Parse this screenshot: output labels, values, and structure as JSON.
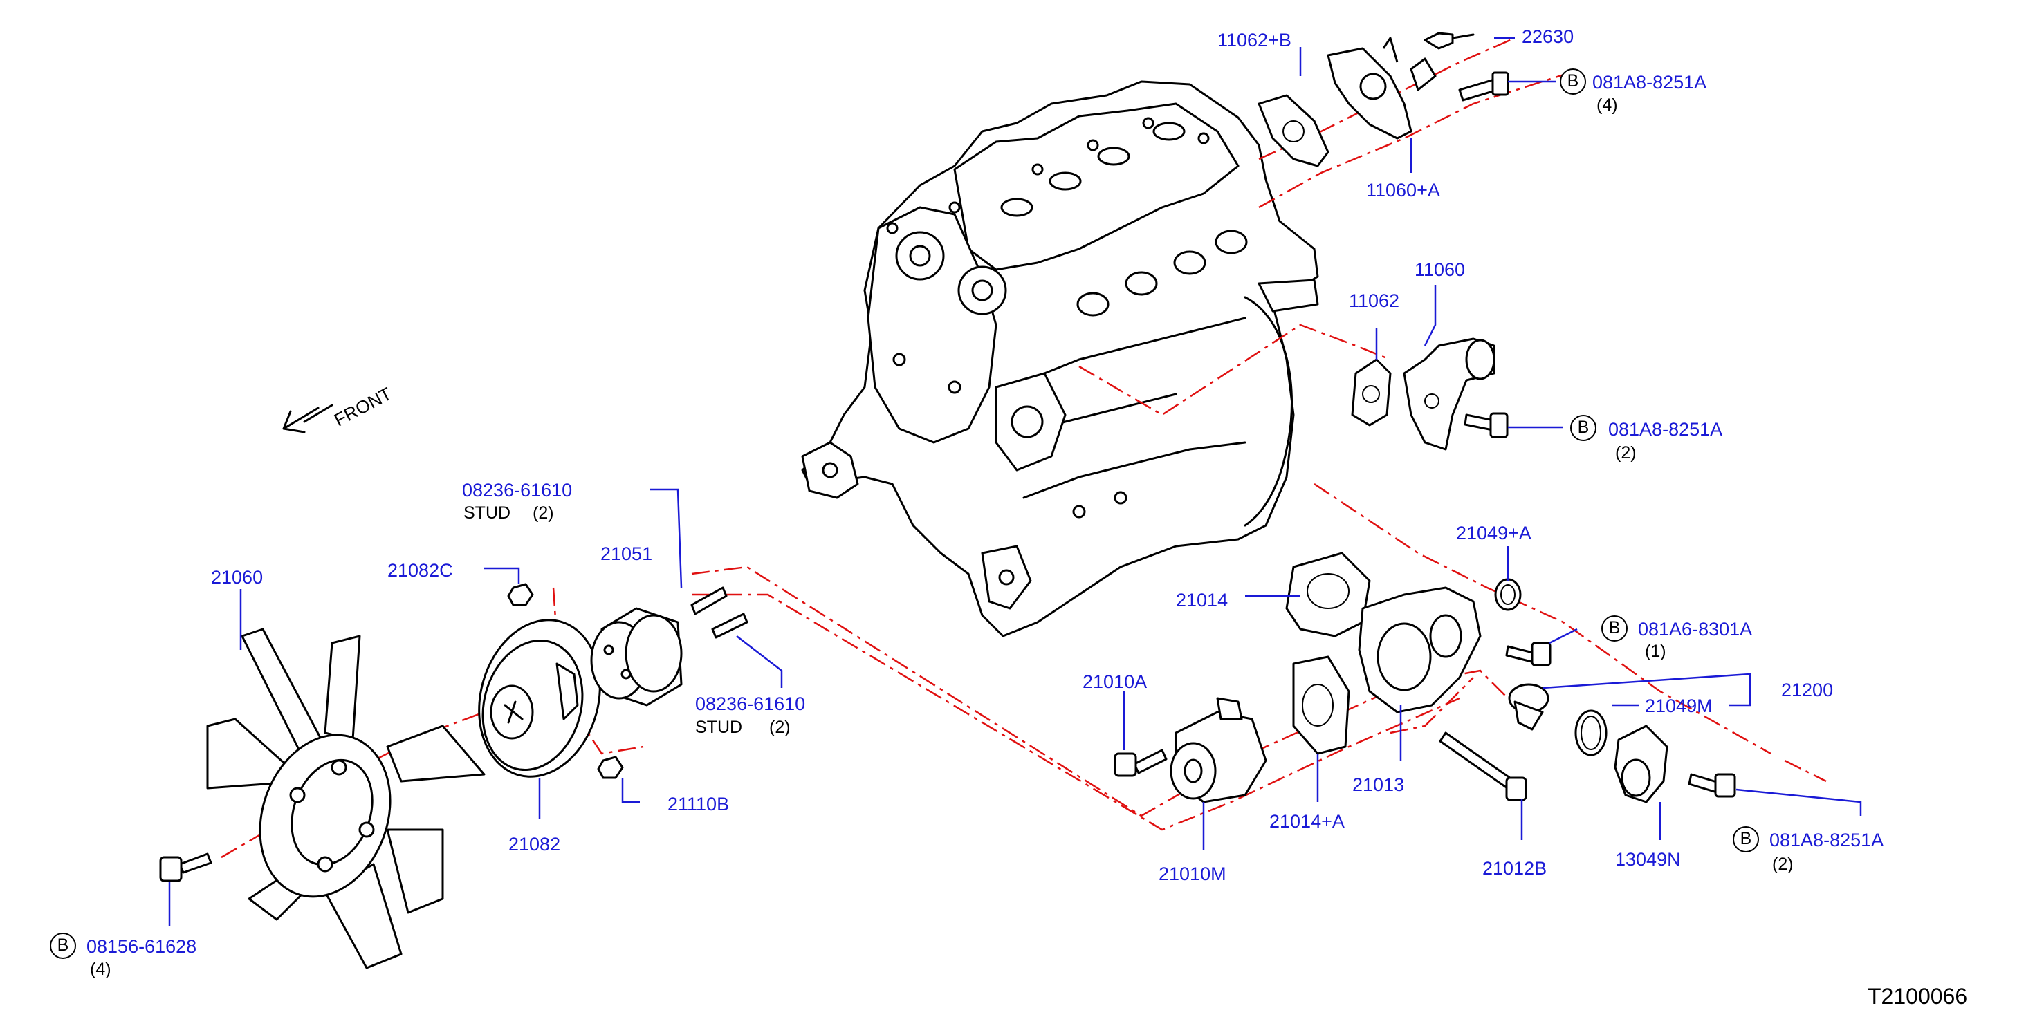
{
  "diagram_code": "T2100066",
  "direction_label": "FRONT",
  "bolt_marker": "B",
  "colors": {
    "label": "#1a1ad6",
    "leader": "#1a1ad6",
    "phantom": "#e01010",
    "drawing": "#000000"
  },
  "parts": {
    "p22630": "22630",
    "p11062b": "11062+B",
    "p081a8_top": "081A8-8251A",
    "p081a8_top_qty": "(4)",
    "p11060a": "11060+A",
    "p11060": "11060",
    "p11062": "11062",
    "p081a8_mid": "081A8-8251A",
    "p081a8_mid_qty": "(2)",
    "p08236_top": "08236-61610",
    "p08236_top_stud": "STUD",
    "p08236_top_qty": "(2)",
    "p21051": "21051",
    "p21082c": "21082C",
    "p21060": "21060",
    "p08236_bot": "08236-61610",
    "p08236_bot_stud": "STUD",
    "p08236_bot_qty": "(2)",
    "p21082": "21082",
    "p21110b": "21110B",
    "p08156": "08156-61628",
    "p08156_qty": "(4)",
    "p21049a": "21049+A",
    "p21014": "21014",
    "p081a6": "081A6-8301A",
    "p081a6_qty": "(1)",
    "p21200": "21200",
    "p21049m": "21049M",
    "p21010a": "21010A",
    "p21013": "21013",
    "p21014a": "21014+A",
    "p21010m": "21010M",
    "p21012b": "21012B",
    "p13049n": "13049N",
    "p081a8_bot": "081A8-8251A",
    "p081a8_bot_qty": "(2)"
  }
}
